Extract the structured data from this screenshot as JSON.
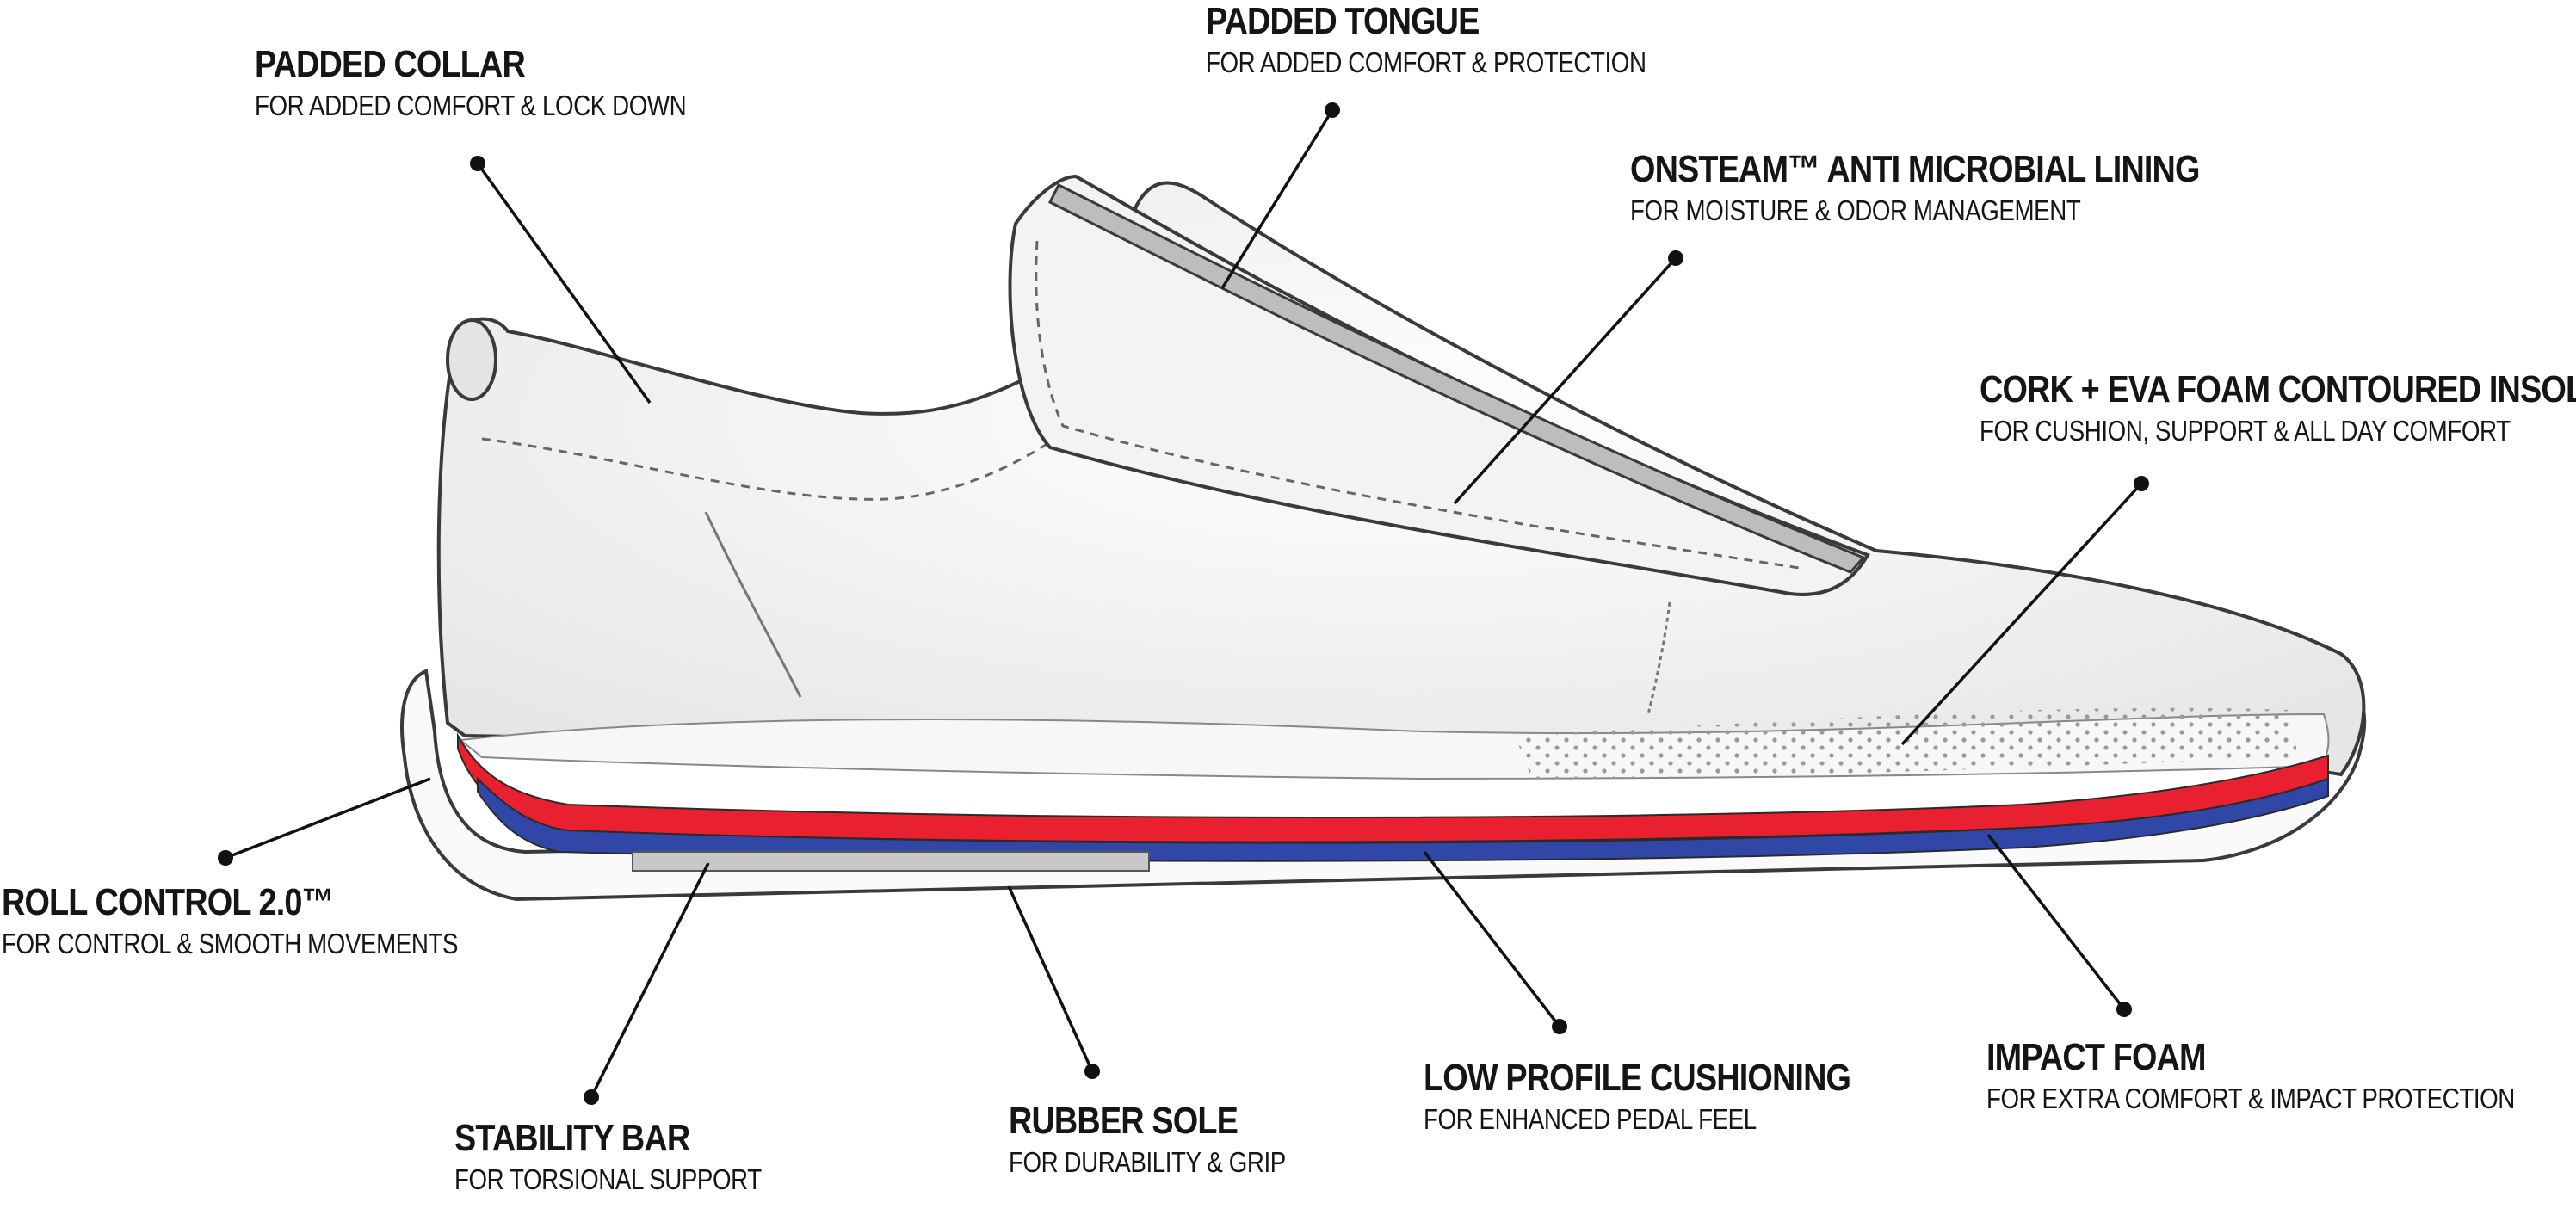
{
  "labels": [
    {
      "id": "padded-collar",
      "title": "PADDED COLLAR",
      "subtitle": "FOR ADDED COMFORT & LOCK DOWN"
    },
    {
      "id": "padded-tongue",
      "title": "PADDED TONGUE",
      "subtitle": "FOR ADDED COMFORT & PROTECTION"
    },
    {
      "id": "onsteam-lining",
      "title": "ONSTEAM™ ANTI MICROBIAL LINING",
      "subtitle": "FOR MOISTURE & ODOR MANAGEMENT"
    },
    {
      "id": "cork-insole",
      "title": "CORK + EVA FOAM CONTOURED INSOLE",
      "subtitle": "FOR CUSHION, SUPPORT & ALL DAY COMFORT"
    },
    {
      "id": "roll-control",
      "title": "ROLL CONTROL 2.0™",
      "subtitle": "FOR CONTROL & SMOOTH MOVEMENTS"
    },
    {
      "id": "stability-bar",
      "title": "STABILITY BAR",
      "subtitle": "FOR TORSIONAL SUPPORT"
    },
    {
      "id": "rubber-sole",
      "title": "RUBBER SOLE",
      "subtitle": "FOR DURABILITY & GRIP"
    },
    {
      "id": "low-profile-cushioning",
      "title": "LOW PROFILE CUSHIONING",
      "subtitle": "FOR ENHANCED PEDAL FEEL"
    },
    {
      "id": "impact-foam",
      "title": "IMPACT FOAM",
      "subtitle": "FOR EXTRA COMFORT & IMPACT PROTECTION"
    }
  ],
  "colors": {
    "text": "#151515",
    "outline": "#3a3a3a",
    "cushion_layer": "#e8202f",
    "impact_foam_layer": "#3047a8",
    "stability_bar": "#c8c8c8",
    "tongue_padding": "#bdbdbd"
  }
}
